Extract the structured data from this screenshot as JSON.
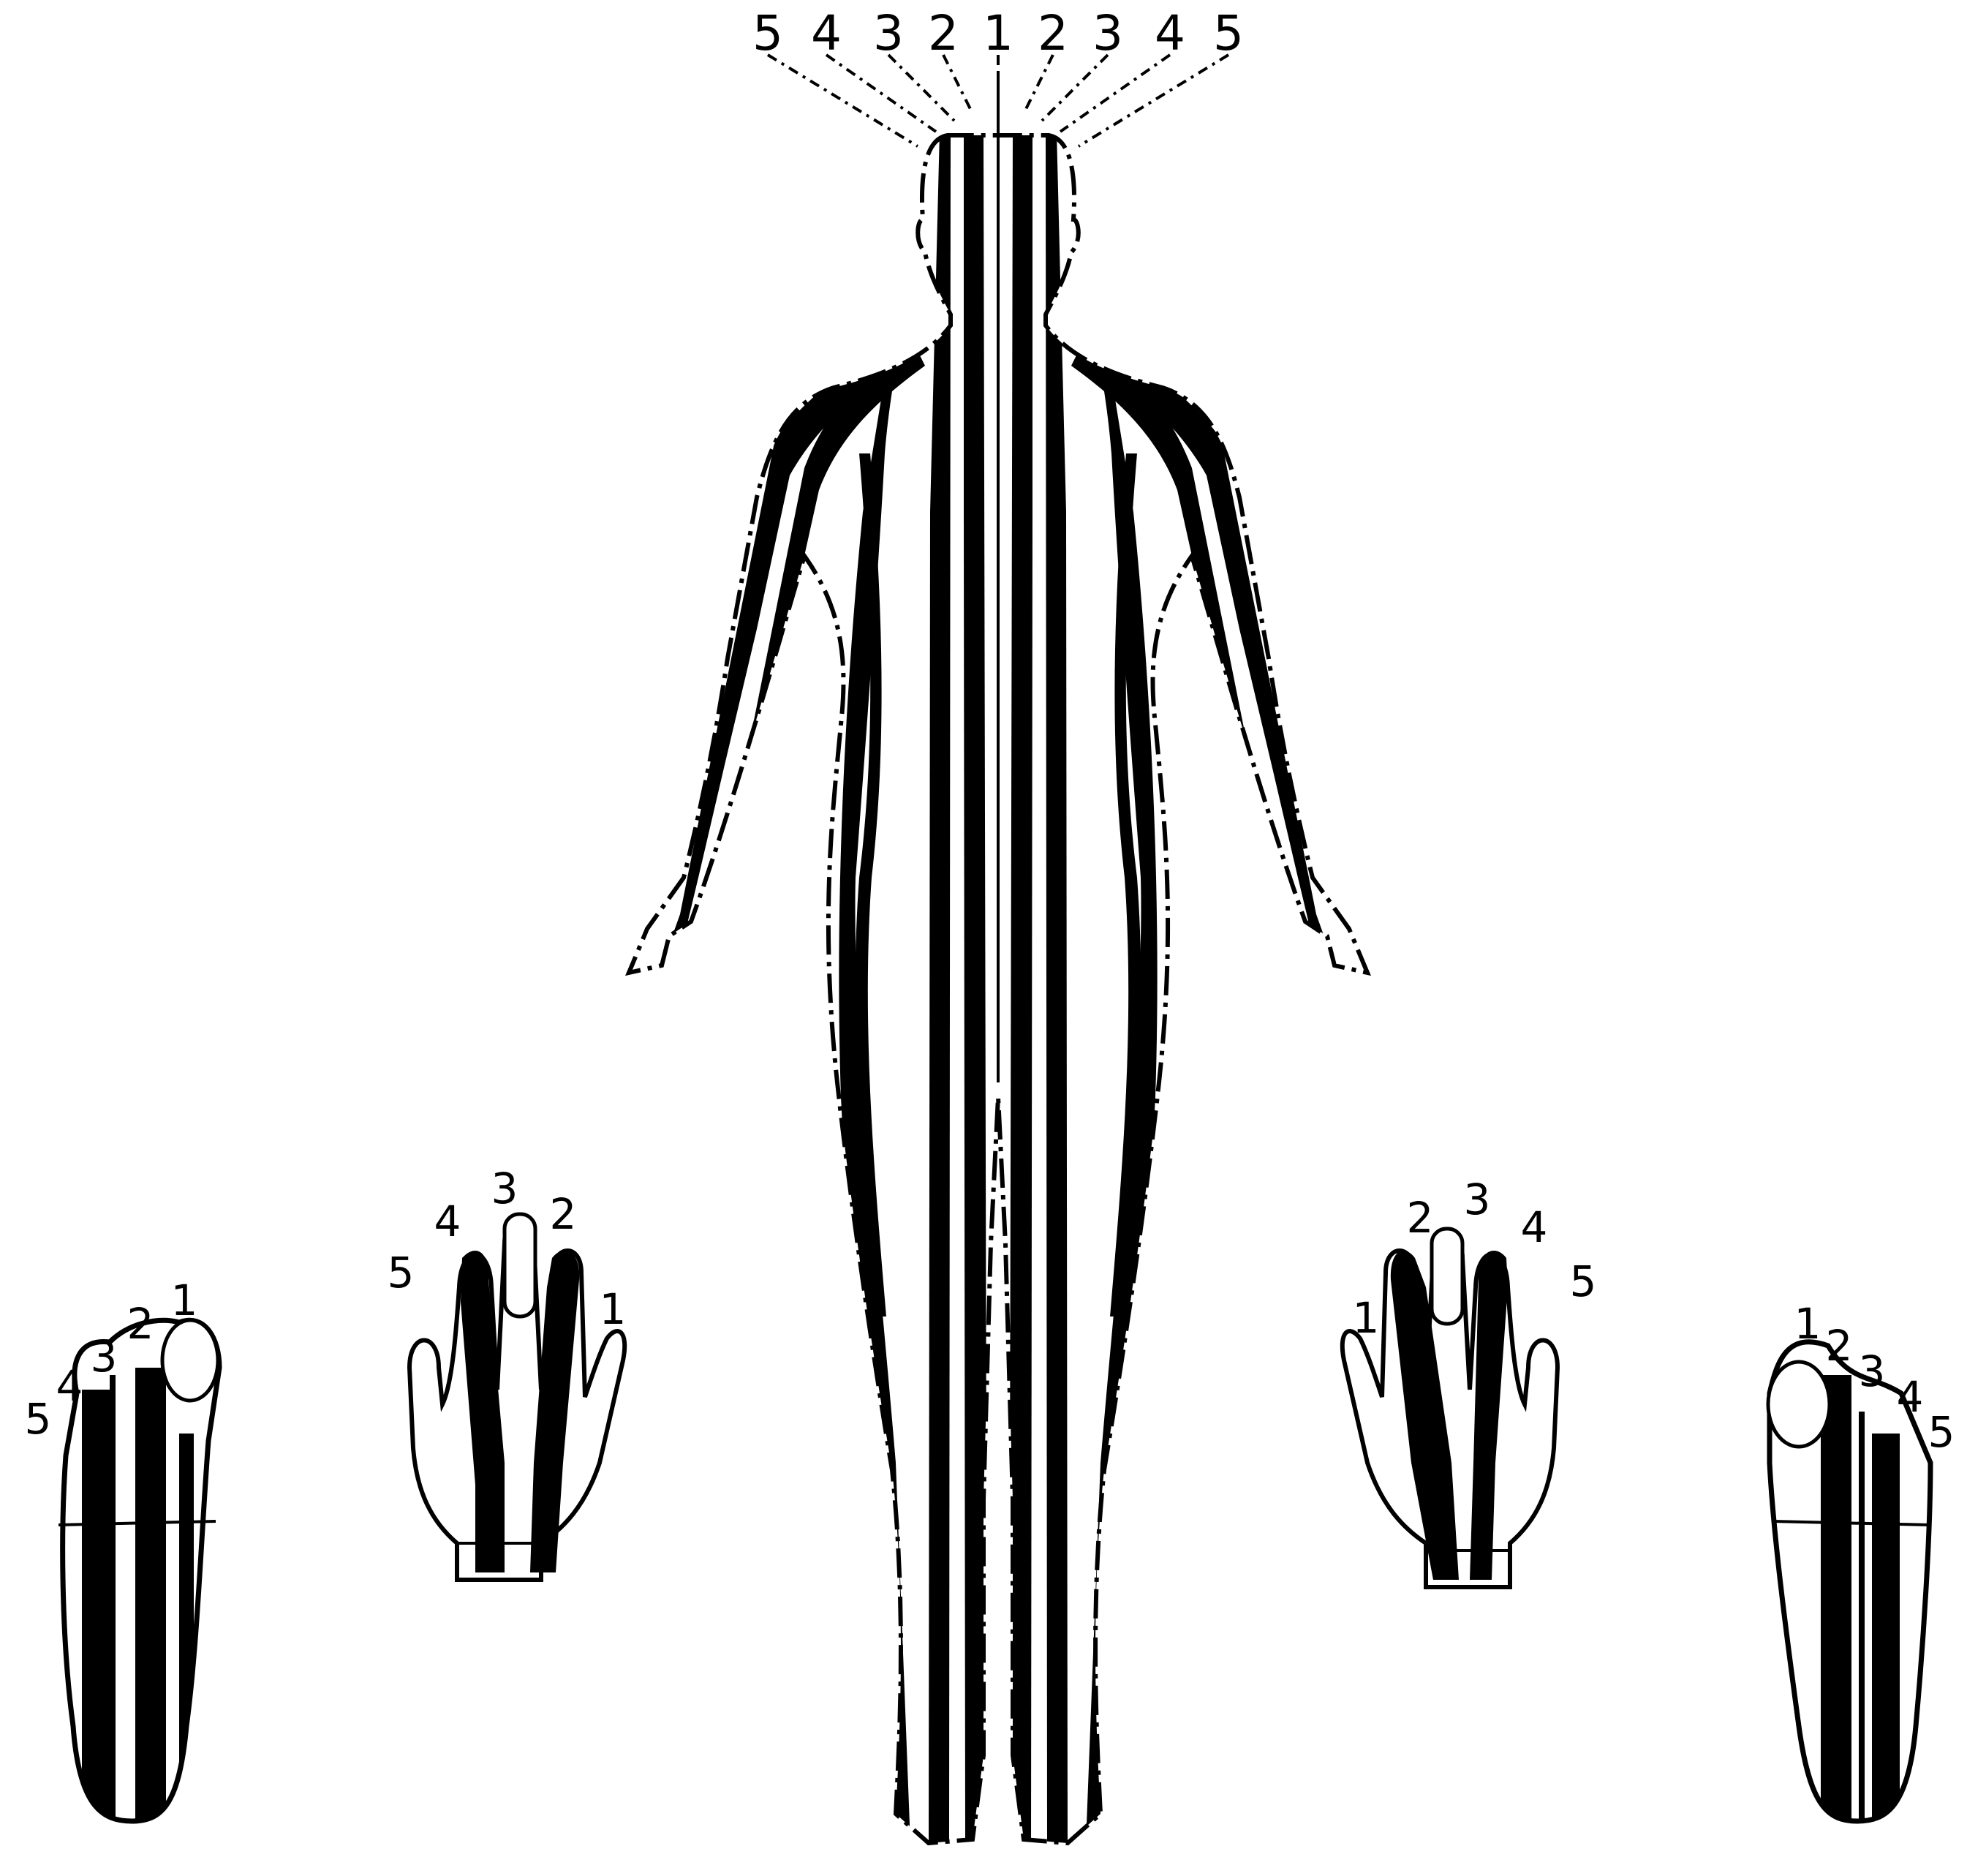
{
  "colors": {
    "ink": "#000000",
    "paper": "#ffffff"
  },
  "head_zone_labels": [
    "5",
    "4",
    "3",
    "2",
    "1",
    "2",
    "3",
    "4",
    "5"
  ],
  "left_foot_labels": [
    "5",
    "4",
    "3",
    "2",
    "1"
  ],
  "left_hand_labels": [
    "5",
    "4",
    "3",
    "2",
    "1"
  ],
  "right_hand_labels": [
    "1",
    "2",
    "3",
    "4",
    "5"
  ],
  "right_foot_labels": [
    "1",
    "2",
    "3",
    "4",
    "5"
  ]
}
